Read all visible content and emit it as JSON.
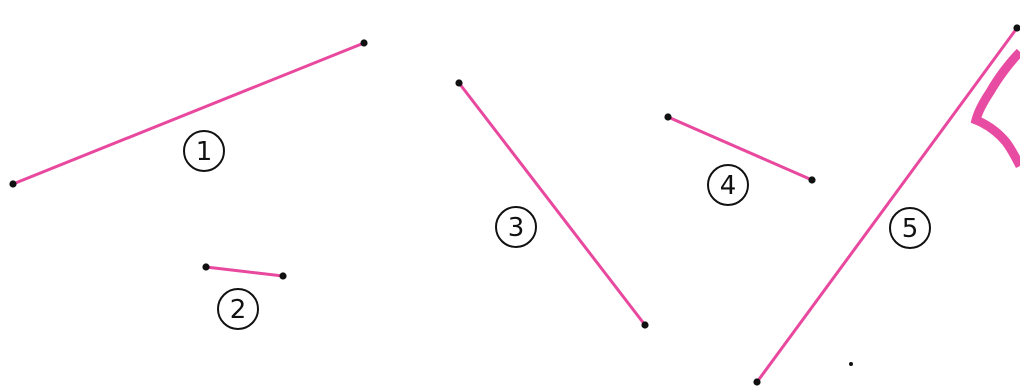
{
  "colors": {
    "segment": "#e8489e",
    "endpoint": "#111111",
    "decoration": "#e84ca2"
  },
  "segments": [
    {
      "label": "1"
    },
    {
      "label": "2"
    },
    {
      "label": "3"
    },
    {
      "label": "4"
    },
    {
      "label": "5"
    }
  ]
}
